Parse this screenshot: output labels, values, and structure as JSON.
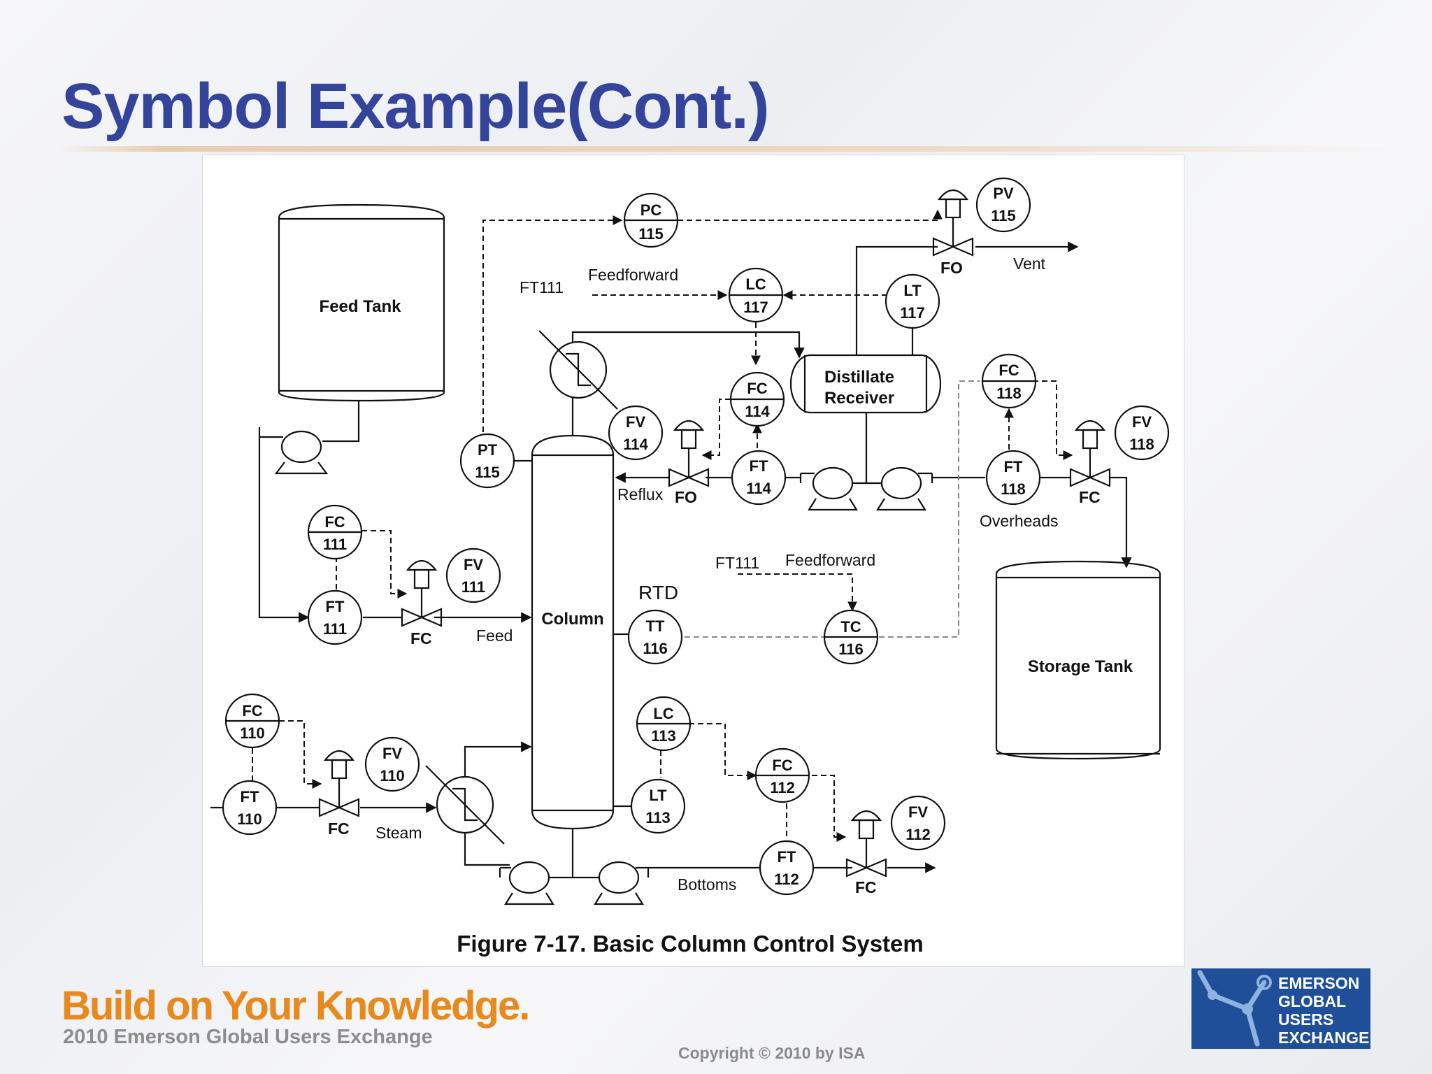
{
  "slide": {
    "title": "Symbol Example(Cont.)"
  },
  "diagram": {
    "caption": "Figure 7-17. Basic Column Control System",
    "vessels": {
      "feed_tank": "Feed Tank",
      "storage_tank": "Storage Tank",
      "distillate_receiver_line1": "Distillate",
      "distillate_receiver_line2": "Receiver",
      "column": "Column"
    },
    "instruments": {
      "pc115": [
        "PC",
        "115"
      ],
      "pv115": [
        "PV",
        "115"
      ],
      "lc117": [
        "LC",
        "117"
      ],
      "lt117": [
        "LT",
        "117"
      ],
      "fc114": [
        "FC",
        "114"
      ],
      "ft114": [
        "FT",
        "114"
      ],
      "fv114": [
        "FV",
        "114"
      ],
      "pt115": [
        "PT",
        "115"
      ],
      "fc118": [
        "FC",
        "118"
      ],
      "ft118": [
        "FT",
        "118"
      ],
      "fv118": [
        "FV",
        "118"
      ],
      "fc111": [
        "FC",
        "111"
      ],
      "ft111": [
        "FT",
        "111"
      ],
      "fv111": [
        "FV",
        "111"
      ],
      "tt116": [
        "TT",
        "116"
      ],
      "tc116": [
        "TC",
        "116"
      ],
      "fc110": [
        "FC",
        "110"
      ],
      "ft110": [
        "FT",
        "110"
      ],
      "fv110": [
        "FV",
        "110"
      ],
      "lc113": [
        "LC",
        "113"
      ],
      "lt113": [
        "LT",
        "113"
      ],
      "fc112": [
        "FC",
        "112"
      ],
      "ft112": [
        "FT",
        "112"
      ],
      "fv112": [
        "FV",
        "112"
      ]
    },
    "labels": {
      "vent": "Vent",
      "fo_vent": "FO",
      "ft111_top": "FT111",
      "feedforward_top": "Feedforward",
      "reflux": "Reflux",
      "fo_reflux": "FO",
      "overheads": "Overheads",
      "fc_overheads": "FC",
      "ft111_mid": "FT111",
      "feedforward_mid": "Feedforward",
      "rtd": "RTD",
      "feed": "Feed",
      "fc_feed": "FC",
      "fc_steam": "FC",
      "steam": "Steam",
      "bottoms": "Bottoms",
      "fc_bottoms": "FC"
    }
  },
  "footer": {
    "slogan": "Build on Your Knowledge.",
    "subtitle": "2010 Emerson Global Users Exchange",
    "copyright": "Copyright © 2010 by ISA",
    "logo_lines": [
      "EMERSON",
      "GLOBAL",
      "USERS",
      "EXCHANGE"
    ]
  },
  "colors": {
    "title": "#33449a",
    "slogan": "#e8891e",
    "logo_bg": "#1e4f98"
  }
}
